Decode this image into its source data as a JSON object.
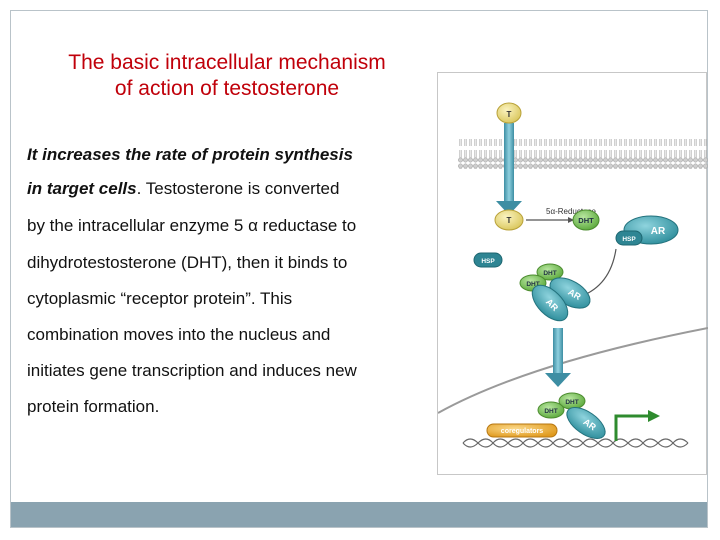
{
  "slide": {
    "title_line1": "The basic intracellular mechanism",
    "title_line2": "of action of testosterone",
    "body": {
      "l1": "It increases the rate of protein synthesis",
      "l2_em": "in target cells",
      "l2_rest": ". Testosterone is converted",
      "l3": "by the intracellular enzyme 5 α reductase to",
      "l4": "dihydrotestosterone (DHT), then it binds to",
      "l5": "cytoplasmic “receptor protein”.  This",
      "l6": "combination moves into the nucleus and",
      "l7": "initiates gene transcription and induces new",
      "l8": "protein formation."
    }
  },
  "diagram": {
    "t_top": "T",
    "t_mid": "T",
    "enzyme": "5α-Reductase",
    "dht": "DHT",
    "ar": "AR",
    "hsp": "HSP",
    "free_hsp": "HSP",
    "dht_a": "DHT",
    "dht_b": "DHT",
    "ar_a": "AR",
    "ar_b": "AR",
    "dht_n1": "DHT",
    "dht_n2": "DHT",
    "ar_n": "AR",
    "coreg": "coregulators"
  },
  "colors": {
    "title": "#c0000a",
    "footer": "#8aa3b0",
    "arrow": "#5aa9bd",
    "yellow": "#e6d77a",
    "green": "#7fc05b",
    "ar_teal": "#4aa3b0"
  }
}
